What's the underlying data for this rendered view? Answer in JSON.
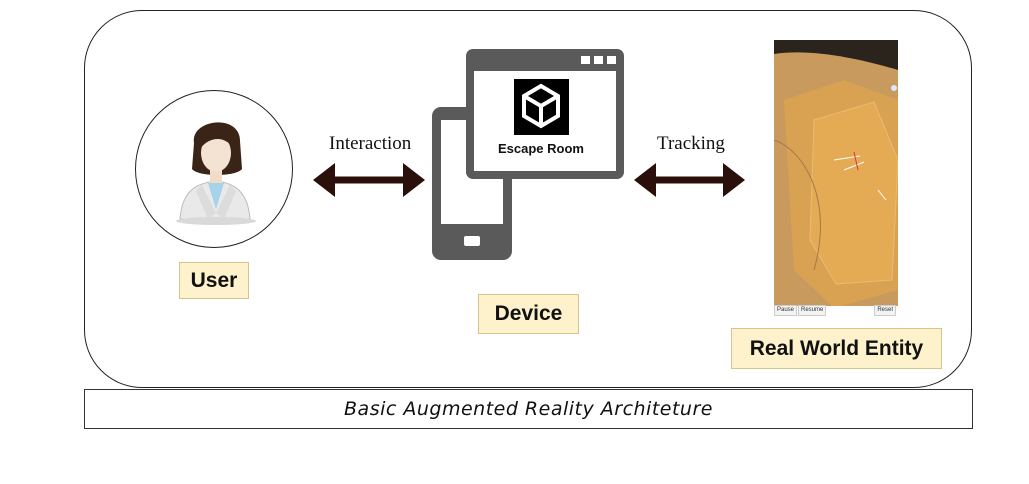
{
  "nodes": {
    "user": "User",
    "device": "Device",
    "entity": "Real World Entity"
  },
  "edges": {
    "interaction": "Interaction",
    "tracking": "Tracking"
  },
  "app": {
    "name": "Escape Room"
  },
  "camera_controls": {
    "pause": "Pause",
    "resume": "Resume",
    "reset": "Reset"
  },
  "caption": "Basic Augmented Reality Architeture",
  "colors": {
    "label_fill": "#fdf2cc",
    "arrow": "#2a0f0a",
    "device": "#5a5a5a",
    "overlay": "#e8a94a"
  }
}
